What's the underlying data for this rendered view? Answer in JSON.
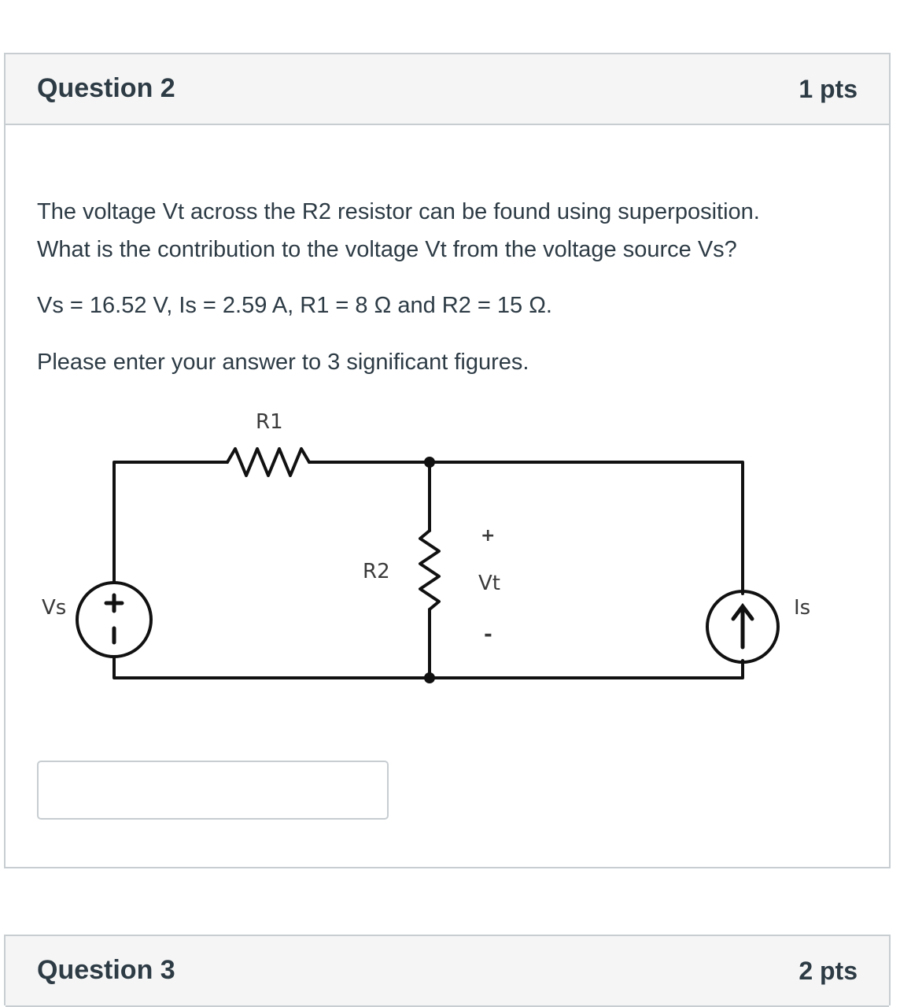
{
  "question2": {
    "title": "Question 2",
    "points": "1 pts",
    "paragraph1_line1": "The voltage Vt across the R2 resistor can be found using superposition.",
    "paragraph1_line2": "What is the contribution to the voltage Vt from the voltage source Vs?",
    "given_values": "Vs = 16.52 V, Is = 2.59 A, R1 = 8 Ω and R2 = 15 Ω.",
    "instruction": "Please enter your answer to 3 significant figures.",
    "answer": {
      "value": "",
      "placeholder": ""
    },
    "circuit": {
      "r1_label": "R1",
      "r2_label": "R2",
      "vs_label": "Vs",
      "is_label": "Is",
      "vt_label": "Vt",
      "vt_plus": "+",
      "vt_minus": "-"
    }
  },
  "question3": {
    "title": "Question 3",
    "points": "2 pts"
  }
}
